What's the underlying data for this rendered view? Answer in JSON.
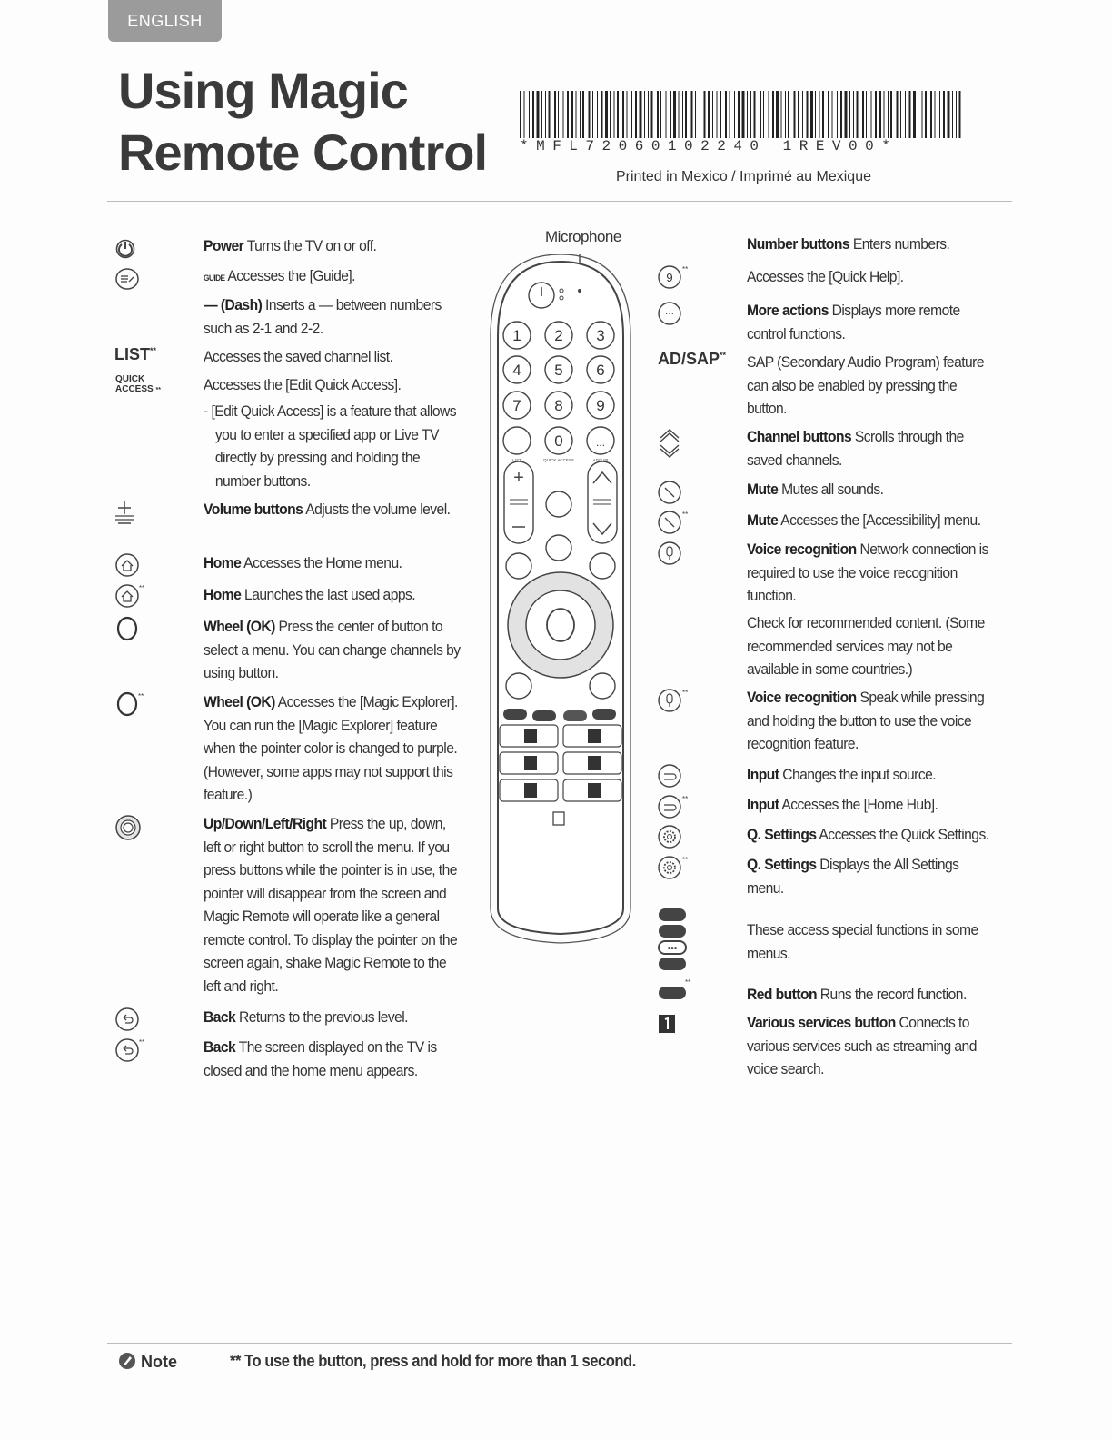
{
  "header": {
    "language_tab": "ENGLISH",
    "title_line1": "Using Magic",
    "title_line2": "Remote Control",
    "barcode_text": "*MFL72060102240 1REV00*",
    "printed_in": "Printed in Mexico / Imprimé au Mexique"
  },
  "remote": {
    "microphone_label": "Microphone",
    "keys": [
      "1",
      "2",
      "3",
      "4",
      "5",
      "6",
      "7",
      "8",
      "9",
      "0",
      "...",
      "LIST",
      "QUICK ACCESS",
      "AD/SAP"
    ]
  },
  "left_column": {
    "list_label": "LIST",
    "quick_access_label": "QUICK ACCESS",
    "power": {
      "bold": "Power",
      "text": " Turns the TV on or off."
    },
    "guide": {
      "prefix": "GUIDE",
      "text": " Accesses the [Guide]."
    },
    "dash": {
      "bold": "— (Dash)",
      "text": " Inserts a — between numbers such as 2-1 and 2-2."
    },
    "list_text": "Accesses the saved channel list.",
    "quick_text": "Accesses the [Edit Quick Access].",
    "quick_sub": "- [Edit Quick Access] is a feature that allows you to enter a specified app or Live TV directly by pressing and holding the number buttons.",
    "volume": {
      "bold": "Volume buttons",
      "text": " Adjusts the volume level."
    },
    "home1": {
      "bold": "Home",
      "text": " Accesses the Home menu."
    },
    "home2": {
      "bold": "Home",
      "text": " Launches the last used apps."
    },
    "wheel1": {
      "bold": "Wheel (OK)",
      "text": " Press the center of  button to select a menu. You can change channels by using  button."
    },
    "wheel2": {
      "bold": "Wheel (OK)",
      "text": " Accesses the [Magic Explorer]. You can run the [Magic Explorer] feature when the pointer color is changed to purple. (However, some apps may not support this feature.)"
    },
    "updown": {
      "bold": "Up/Down/Left/Right",
      "text": " Press the up, down, left or right button to scroll the menu. If you press  buttons while the pointer is in use, the pointer will disappear from the screen and Magic Remote will operate like a general remote control. To display the pointer on the screen again, shake Magic Remote to the left and right."
    },
    "back1": {
      "bold": "Back",
      "text": " Returns to the previous level."
    },
    "back2": {
      "bold": "Back",
      "text": " The screen displayed on the TV is closed and the home menu appears."
    }
  },
  "right_column": {
    "adsap_label": "AD/SAP",
    "number": {
      "bold": "Number buttons",
      "text": " Enters numbers."
    },
    "quick_help": "Accesses the [Quick Help].",
    "more": {
      "bold": "More actions",
      "text": " Displays more remote control functions."
    },
    "sap_text": "SAP (Secondary Audio Program) feature can also be enabled by pressing the  button.",
    "channel": {
      "bold": "Channel buttons",
      "text": " Scrolls through the saved channels."
    },
    "mute1": {
      "bold": "Mute",
      "text": " Mutes all sounds."
    },
    "mute2": {
      "bold": "Mute",
      "text": " Accesses the [Accessibility] menu."
    },
    "voice1": {
      "bold": "Voice recognition",
      "text": " Network connection is required to use the voice recognition function."
    },
    "recommended": "Check for recommended content. (Some recommended services may not be available in some countries.)",
    "voice2": {
      "bold": "Voice recognition",
      "text": " Speak while pressing and holding the button to use the voice recognition feature."
    },
    "input1": {
      "bold": "Input",
      "text": " Changes the input source."
    },
    "input2": {
      "bold": "Input",
      "text": " Accesses the [Home Hub]."
    },
    "qs1": {
      "bold": "Q. Settings",
      "text": " Accesses the Quick Settings."
    },
    "qs2": {
      "bold": "Q. Settings",
      "text": " Displays the All Settings menu."
    },
    "special": "These access special functions in some menus.",
    "red": {
      "bold": "Red button",
      "text": " Runs the record function."
    },
    "services": {
      "bold": "Various services button",
      "text": " Connects to various services such as streaming and voice search."
    }
  },
  "footer": {
    "note_label": "Note",
    "note_text": "** To use the button, press and hold for more than 1 second."
  }
}
